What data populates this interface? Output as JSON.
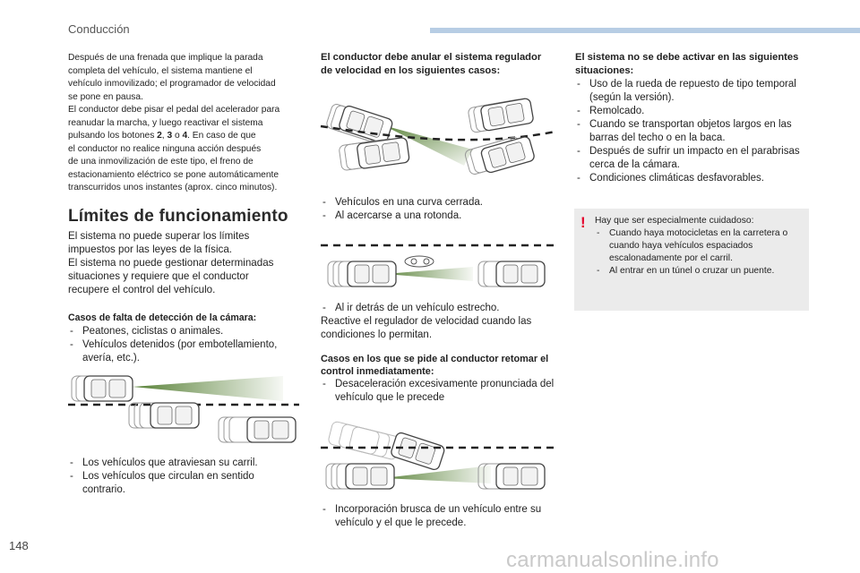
{
  "header": {
    "title": "Conducción"
  },
  "page_number": "148",
  "watermark": "carmanualsonline.info",
  "col1": {
    "intro_lines": [
      "Después de una frenada que implique la parada",
      "completa del vehículo, el sistema mantiene el",
      "vehículo inmovilizado; el programador de velocidad",
      "se pone en pausa.",
      "El conductor debe pisar el pedal del acelerador para",
      "reanudar la marcha, y luego reactivar el sistema"
    ],
    "intro_btn_prefix": "pulsando los botones ",
    "btn2": "2",
    "comma": ", ",
    "btn3": "3",
    "o": " o ",
    "btn4": "4",
    "intro_btn_suffix": ". En caso de que",
    "intro_lines2": [
      "el conductor no realice ninguna acción después",
      "de una inmovilización de este tipo, el freno de",
      "estacionamiento eléctrico se pone automáticamente",
      "transcurridos unos instantes (aprox. cinco minutos)."
    ],
    "section_title": "Límites de funcionamiento",
    "limits_lines": [
      "El sistema no puede superar los límites",
      "impuestos por las leyes de la física.",
      "El sistema no puede gestionar determinadas",
      "situaciones y requiere que el conductor",
      "recupere el control del vehículo."
    ],
    "detect_heading": "Casos de falta de detección de la cámara:",
    "detect_items": [
      "Peatones, ciclistas o animales.",
      "Vehículos detenidos (por embotellamiento, avería, etc.)."
    ],
    "cross_items": [
      "Los vehículos que atraviesan su carril.",
      "Los vehículos que circulan en sentido contrario."
    ]
  },
  "col2": {
    "heading": "El conductor debe anular el sistema regulador de velocidad en los siguientes casos:",
    "curve_items": [
      "Vehículos en una curva cerrada.",
      "Al acercarse a una rotonda."
    ],
    "narrow_item": "Al ir detrás de un vehículo estrecho.",
    "reactivate": "Reactive el regulador de velocidad cuando las condiciones lo permitan.",
    "control_heading": "Casos en los que se pide al conductor retomar el control inmediatamente:",
    "control_items": [
      "Desaceleración excesivamente pronunciada del vehículo que le precede"
    ],
    "merge_items": [
      "Incorporación brusca de un vehículo entre su vehículo y el que le precede."
    ]
  },
  "col3": {
    "heading": "El sistema no se debe activar en las siguientes situaciones:",
    "items": [
      "Uso de la rueda de repuesto de tipo temporal (según la versión).",
      "Remolcado.",
      "Cuando se transportan objetos largos en las barras del techo o en la baca.",
      "Después de sufrir un impacto en el parabrisas cerca de la cámara.",
      "Condiciones climáticas desfavorables."
    ],
    "warning": {
      "icon": "exclamation-icon",
      "intro": "Hay que ser especialmente cuidadoso:",
      "items": [
        "Cuando haya motocicletas en la carretera o cuando haya vehículos espaciados escalonadamente por el carril.",
        "Al entrar en un túnel o cruzar un puente."
      ]
    }
  },
  "colors": {
    "header_bar": "#b7cde4",
    "beam": "#4f7a2c",
    "warning_bg": "#ebebeb",
    "warning_icon": "#e4002b"
  }
}
